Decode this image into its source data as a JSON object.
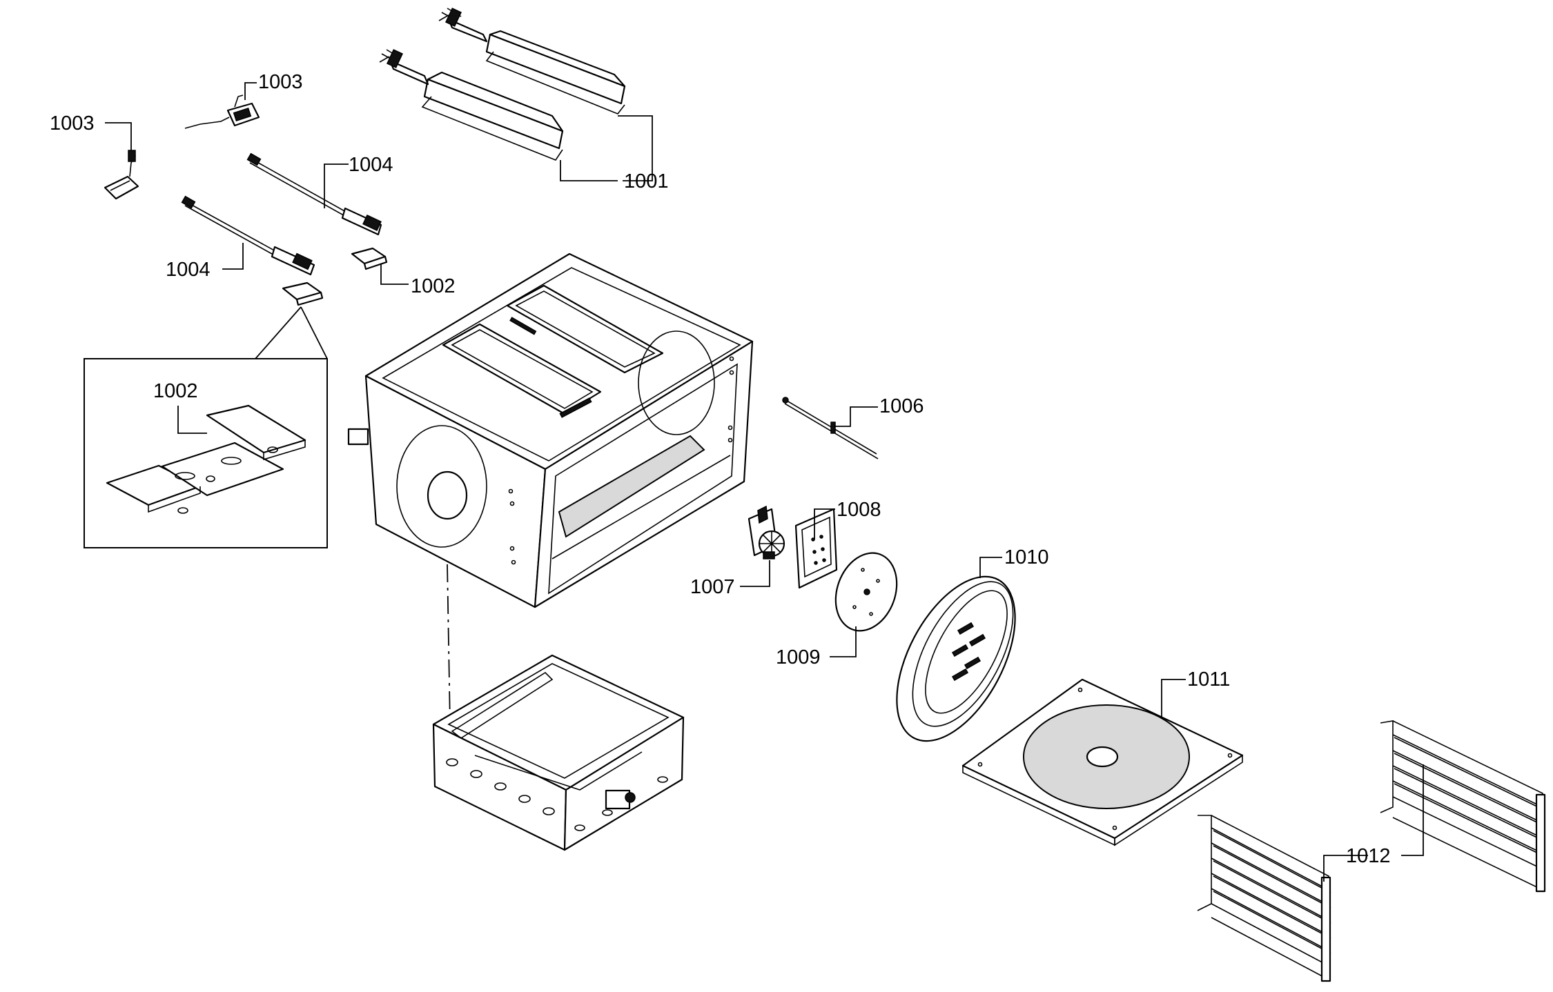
{
  "callouts": {
    "c1001": "1001",
    "c1002_upper": "1002",
    "c1002_inset": "1002",
    "c1003_top": "1003",
    "c1003_left": "1003",
    "c1004_upper": "1004",
    "c1004_lower": "1004",
    "c1006": "1006",
    "c1007": "1007",
    "c1008": "1008",
    "c1009": "1009",
    "c1010": "1010",
    "c1011": "1011",
    "c1012": "1012"
  }
}
